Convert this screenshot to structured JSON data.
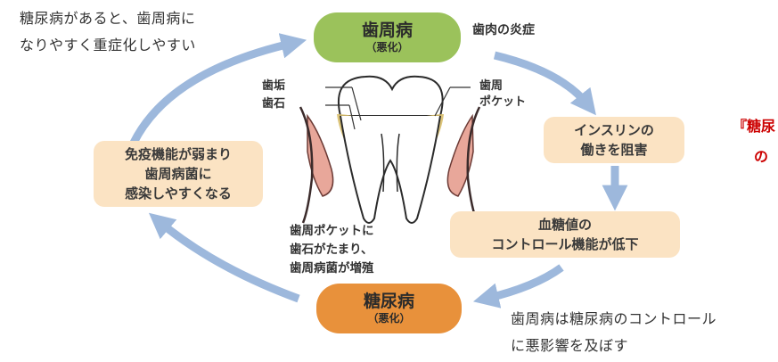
{
  "caption_top": [
    "糖尿病があると、歯周病に",
    "なりやすく重症化しやすい"
  ],
  "caption_bottom": [
    "歯周病は糖尿病のコントロール",
    "に悪影響を及ぼす"
  ],
  "nodes": {
    "periodontal": {
      "title": "歯周病",
      "sub": "（悪化）",
      "color": "#9bc25b"
    },
    "diabetes": {
      "title": "糖尿病",
      "sub": "（悪化）",
      "color": "#e8913b"
    },
    "insulin": [
      "インスリンの",
      "働きを阻害"
    ],
    "blood_sugar": [
      "血糖値の",
      "コントロール機能が低下"
    ],
    "immune": [
      "免疫機能が弱まり",
      "歯周病菌に",
      "感染しやすくなる"
    ]
  },
  "labels": {
    "inflammation": "歯肉の炎症",
    "plaque": "歯垢",
    "tartar": "歯石",
    "pocket": [
      "歯周",
      "ポケット"
    ],
    "pocket_note": [
      "歯周ポケットに",
      "歯石がたまり、",
      "歯周病菌が増殖"
    ]
  },
  "side_text": [
    "『糖尿",
    "の"
  ],
  "colors": {
    "arrow": "#9db8dc",
    "box": "#fbe3c3",
    "gum": "#e8a79a",
    "tartar": "#d8be6a"
  }
}
